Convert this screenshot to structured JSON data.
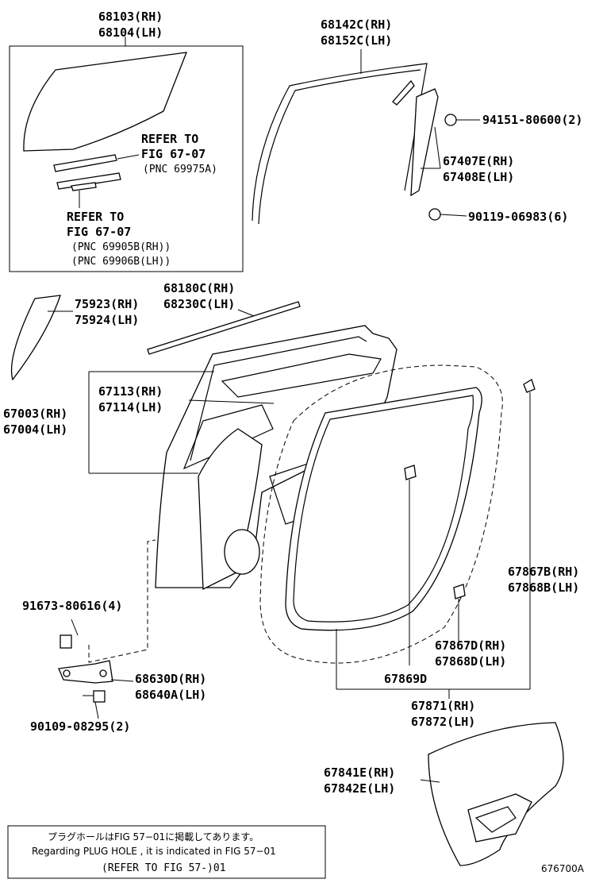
{
  "parts": {
    "glass": {
      "line1": "68103(RH)",
      "line2": "68104(LH)"
    },
    "glass_refer1": {
      "line1": "REFER TO",
      "line2": "FIG 67-07",
      "line3": "(PNC 69975A)"
    },
    "glass_refer2": {
      "line1": "REFER TO",
      "line2": "FIG 67-07",
      "line3": "(PNC 69905B(RH))",
      "line4": "(PNC 69906B(LH))"
    },
    "run_channel": {
      "line1": "68142C(RH)",
      "line2": "68152C(LH)"
    },
    "bolt_94151": {
      "line1": "94151-80600(2)"
    },
    "frame_67407": {
      "line1": "67407E(RH)",
      "line2": "67408E(LH)"
    },
    "bolt_90119": {
      "line1": "90119-06983(6)"
    },
    "weatherstrip_68180": {
      "line1": "68180C(RH)",
      "line2": "68230C(LH)"
    },
    "garnish_75923": {
      "line1": "75923(RH)",
      "line2": "75924(LH)"
    },
    "panel_67113": {
      "line1": "67113(RH)",
      "line2": "67114(LH)"
    },
    "door_67003": {
      "line1": "67003(RH)",
      "line2": "67004(LH)"
    },
    "seal_67867b": {
      "line1": "67867B(RH)",
      "line2": "67868B(LH)"
    },
    "screw_91673": {
      "line1": "91673-80616(4)"
    },
    "seal_67867d": {
      "line1": "67867D(RH)",
      "line2": "67868D(LH)"
    },
    "clip_67869": {
      "line1": "67869D"
    },
    "hinge_68630": {
      "line1": "68630D(RH)",
      "line2": "68640A(LH)"
    },
    "weatherstrip_67871": {
      "line1": "67871(RH)",
      "line2": "67872(LH)"
    },
    "bolt_90109": {
      "line1": "90109-08295(2)"
    },
    "cover_67841": {
      "line1": "67841E(RH)",
      "line2": "67842E(LH)"
    }
  },
  "note": {
    "line1": "プラグホールはFIG 57−01に掲載してあります。",
    "line2": "Regarding PLUG HOLE , it is indicated in FIG 57−01",
    "line3": "(REFER TO FIG 57-)01"
  },
  "figure_code": "676700A"
}
